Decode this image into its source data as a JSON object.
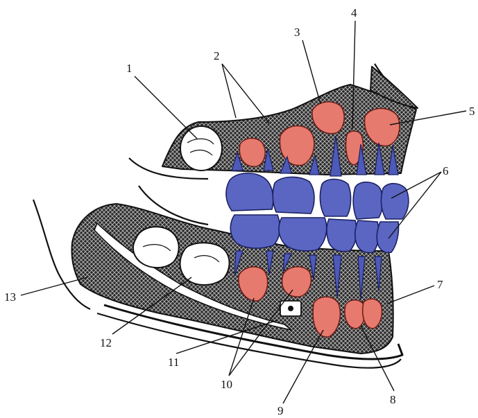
{
  "labels": [
    "1",
    "2",
    "3",
    "4",
    "5",
    "6",
    "7",
    "8",
    "9",
    "10",
    "11",
    "12",
    "13"
  ],
  "colors": {
    "permanent_tooth": "#e77a6e",
    "primary_tooth": "#5a66c2",
    "bone_hatch": "#1a1a1a",
    "outline": "#111111"
  }
}
